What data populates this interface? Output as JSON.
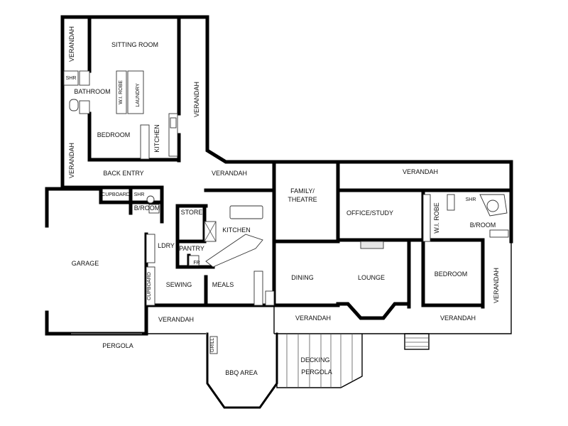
{
  "labels": {
    "sitting_room": "SITTING ROOM",
    "verandah": "VERANDAH",
    "shr": "SHR",
    "bathroom": "BATHROOM",
    "wi_robe": "W.I. ROBE",
    "laundry": "LAUNDRY",
    "bedroom": "BEDROOM",
    "kitchen": "KITCHEN",
    "back_entry": "BACK ENTRY",
    "cupboard": "CUPBOARD",
    "b_room": "B/ROOM",
    "store": "STORE",
    "garage": "GARAGE",
    "ldry": "LDRY",
    "pantry": "PANTRY",
    "fr": "FR",
    "sewing": "SEWING",
    "meals": "MEALS",
    "family_theatre_1": "FAMILY/",
    "family_theatre_2": "THEATRE",
    "office_study": "OFFICE/STUDY",
    "dining": "DINING",
    "lounge": "LOUNGE",
    "pergola": "PERGOLA",
    "grill": "GRILL",
    "bbq_area": "BBQ AREA",
    "decking": "DECKING"
  }
}
